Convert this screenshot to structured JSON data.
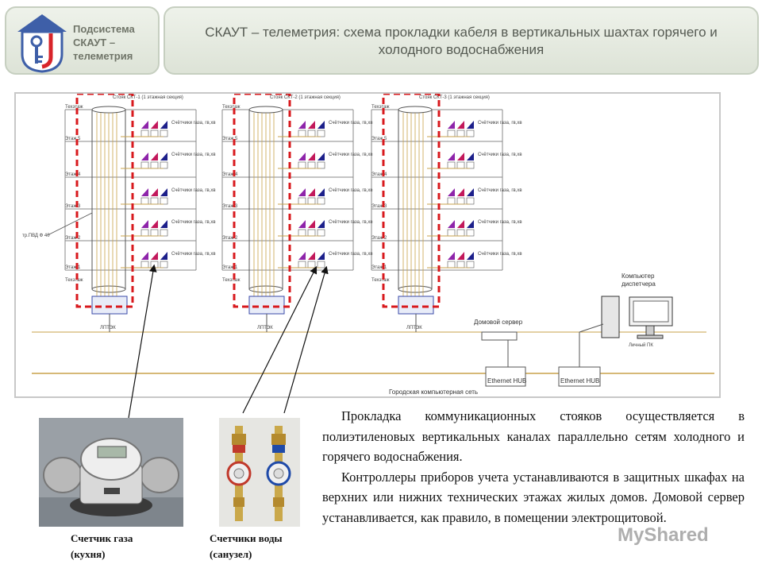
{
  "header": {
    "logo_text": "Подсистема\nСКАУТ –\nтелеметрия",
    "title": "СКАУТ – телеметрия: схема прокладки кабеля в вертикальных шахтах горячего и холодного водоснабжения"
  },
  "diagram": {
    "risers": [
      {
        "label": "Стояк СКТ-1 (1 этажная секция)"
      },
      {
        "label": "Стояк СКТ-2 (1 этажная секция)"
      },
      {
        "label": "Стояк СКТ-3 (1 этажная секция)"
      }
    ],
    "floor_labels": [
      "Техэтаж",
      "Этаж 5",
      "Этаж 4",
      "Этаж 3",
      "Этаж 2",
      "Этаж 1",
      "Техэтаж"
    ],
    "meter_label": "Счётчики газа, гв,хв",
    "cabinet_label": "ЛПТЭК",
    "pipe_label": "тр.ПВД Ф 40",
    "computer_label": "Компьютер диспетчера",
    "computer_sub": "Личный ПК",
    "server_label": "Домовой сервер",
    "hub_label": "Ethernet HUB",
    "network_label": "Городская  компьютерная сеть",
    "colors": {
      "highlight": "#d8191d",
      "cable": "#c8a24a",
      "violet": "#8e24aa",
      "navy": "#1c1f8a"
    }
  },
  "photos": {
    "gas_caption": "Счетчик газа\n(кухня)",
    "water_caption": "Счетчики воды\n(санузел)"
  },
  "body": {
    "p1": "Прокладка коммуникационных стояков осуществляется в полиэтиленовых вертикальных каналах параллельно сетям холодного и горячего водоснабжения.",
    "p2": "Контроллеры приборов учета устанавливаются в защитных шкафах на верхних или нижних технических этажах жилых домов.  Домовой сервер устанавливается, как правило, в помещении электрощитовой."
  },
  "watermark": "MyShared"
}
